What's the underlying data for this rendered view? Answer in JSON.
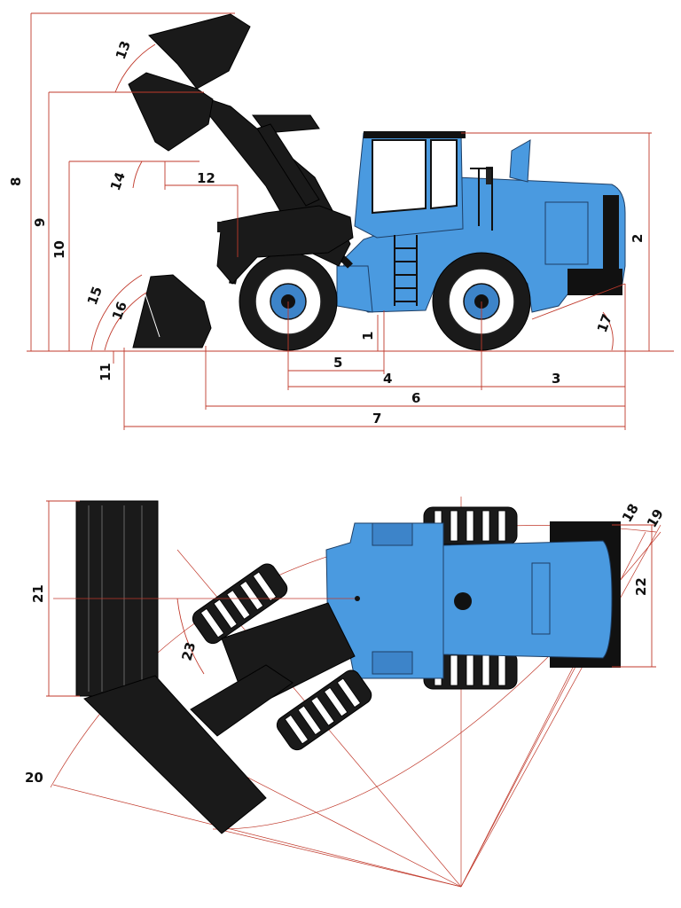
{
  "diagram": {
    "colors": {
      "body": "#4a9ae0",
      "attachment": "#1a1a1a",
      "dimension_line": "#c0392b"
    },
    "side_view_dimensions": [
      "1",
      "2",
      "3",
      "4",
      "5",
      "6",
      "7",
      "8",
      "9",
      "10",
      "11",
      "12",
      "13",
      "14",
      "15",
      "16",
      "17"
    ],
    "top_view_dimensions": [
      "18",
      "19",
      "20",
      "21",
      "22",
      "23"
    ]
  }
}
